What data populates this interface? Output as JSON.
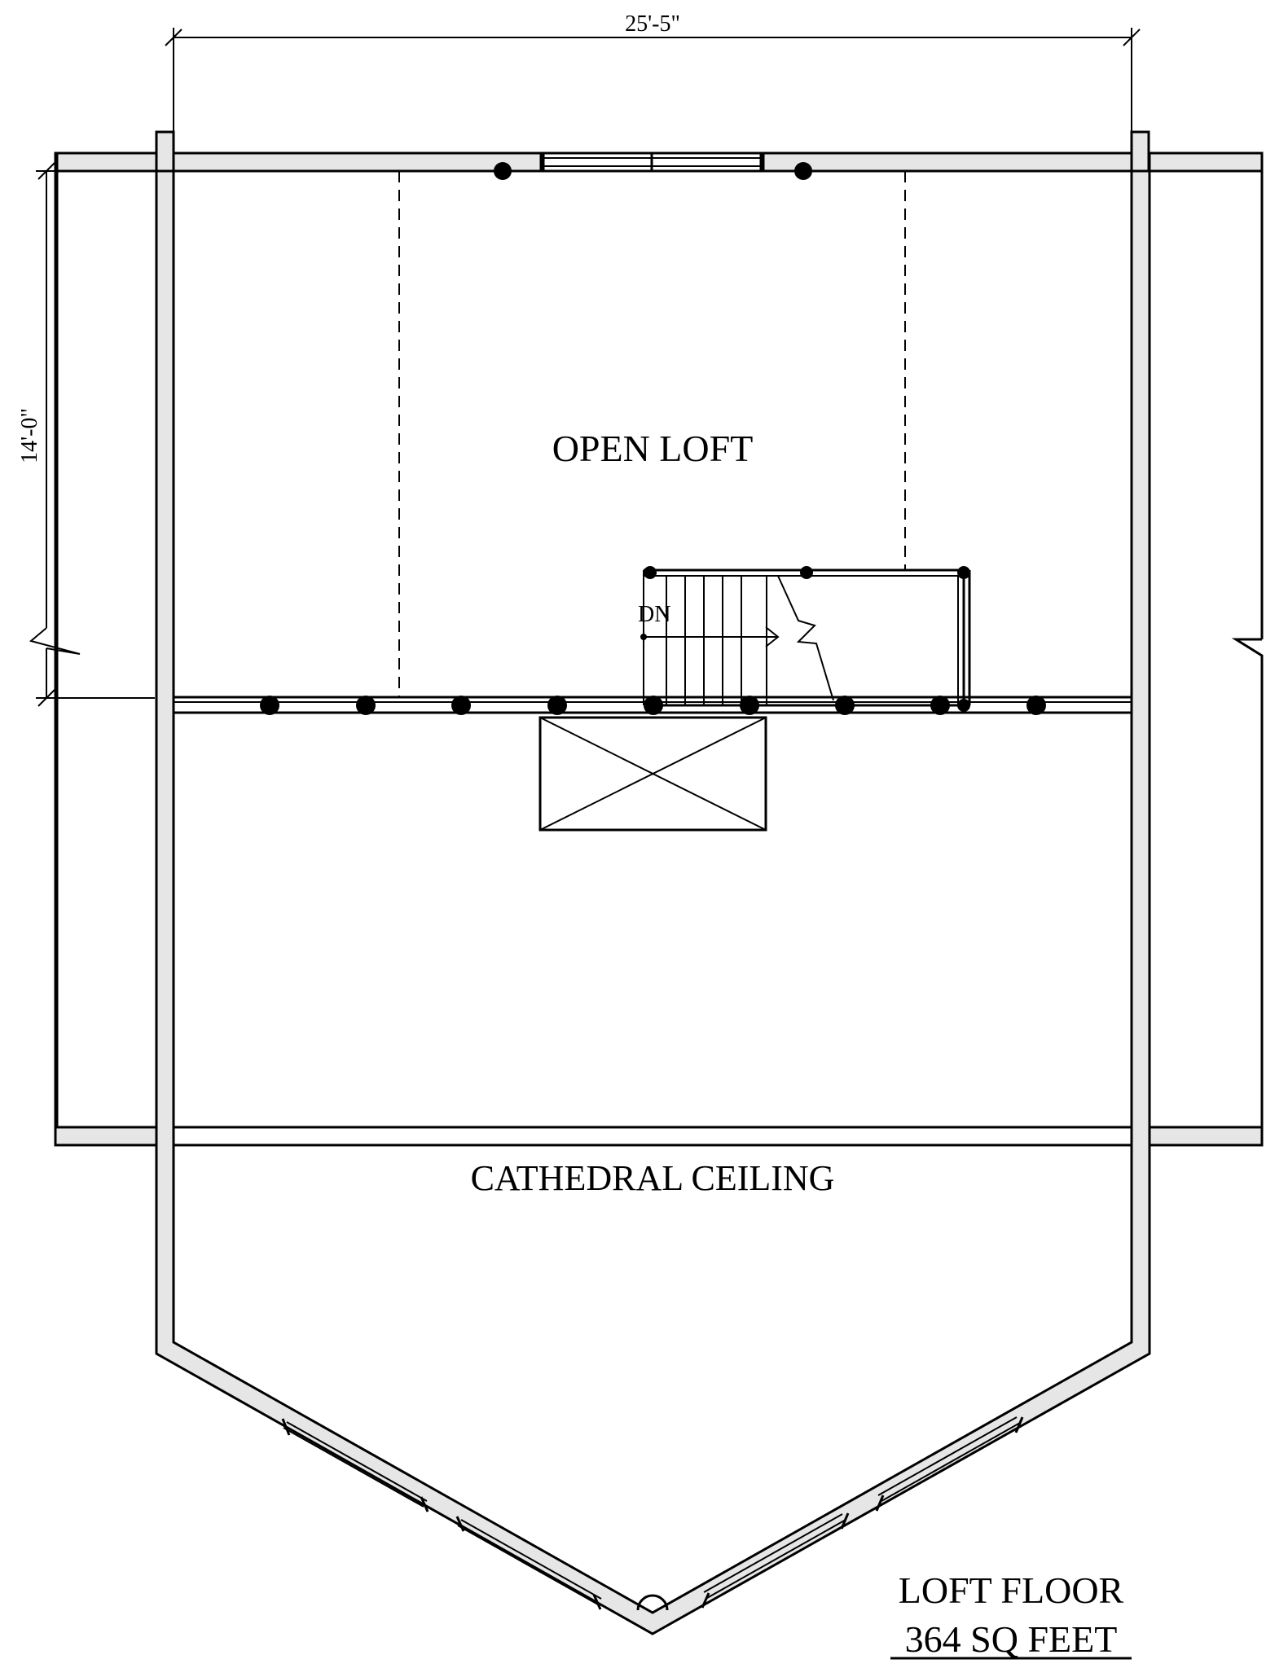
{
  "plan": {
    "room_label": "OPEN LOFT",
    "ceiling_label": "CATHEDRAL CEILING",
    "stair_label": "DN",
    "width_dimension": "25'-5\"",
    "depth_dimension": "14'-0\"",
    "title": "LOFT FLOOR",
    "area": "364 SQ FEET"
  }
}
